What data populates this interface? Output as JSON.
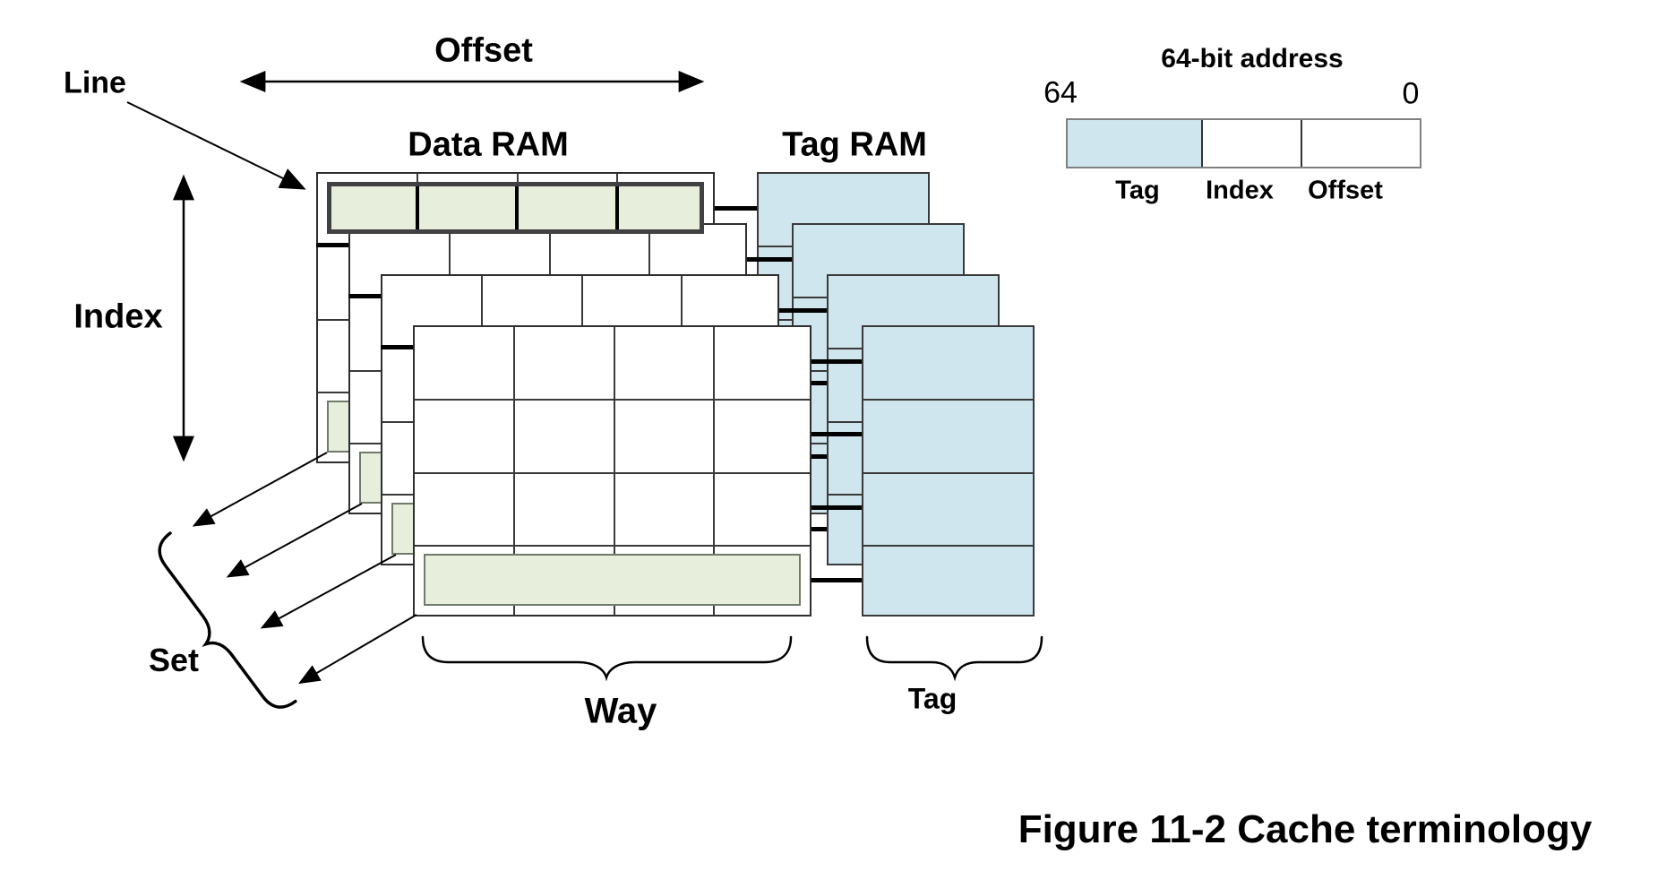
{
  "labels": {
    "line": "Line",
    "offset_dimension": "Offset",
    "data_ram": "Data RAM",
    "tag_ram": "Tag RAM",
    "index_dimension": "Index",
    "set": "Set",
    "way": "Way",
    "tag_brace": "Tag"
  },
  "address": {
    "title": "64-bit address",
    "high_bit": "64",
    "low_bit": "0",
    "fields": [
      {
        "label": "Tag",
        "highlighted": true
      },
      {
        "label": "Index",
        "highlighted": false
      },
      {
        "label": "Offset",
        "highlighted": false
      }
    ]
  },
  "caption": "Figure 11-2 Cache terminology",
  "structure": {
    "ways_shown": 4,
    "rows_per_way": 4,
    "columns_per_way": 4,
    "tag_rows_per_way": 4,
    "highlighted_line": "top row of rear way (thick dark border)",
    "highlighted_set_rows": "bottom row of every way"
  },
  "colors": {
    "highlight_green": "#e7eedb",
    "tag_ram_blue": "#cfe6ee",
    "outline": "#2e2e2e",
    "connector_black": "#000000"
  }
}
